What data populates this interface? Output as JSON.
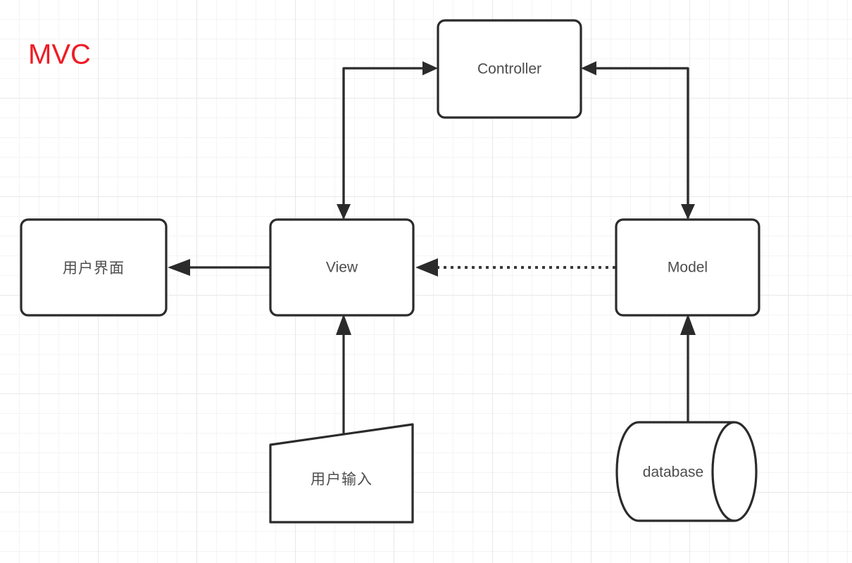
{
  "diagram": {
    "title": "MVC",
    "title_color": "#ee1c25",
    "background": "#ffffff",
    "grid_minor_color": "#f4f4f4",
    "grid_major_color": "#e8e8e8",
    "stroke_color": "#2b2b2b",
    "text_color": "#4d4d4d",
    "nodes": [
      {
        "id": "controller",
        "label": "Controller",
        "shape": "rounded-rect"
      },
      {
        "id": "view",
        "label": "View",
        "shape": "rounded-rect"
      },
      {
        "id": "model",
        "label": "Model",
        "shape": "rounded-rect"
      },
      {
        "id": "user-interface",
        "label": "用户界面",
        "shape": "rounded-rect"
      },
      {
        "id": "user-input",
        "label": "用户输入",
        "shape": "manual-input-trapezoid"
      },
      {
        "id": "database",
        "label": "database",
        "shape": "cylinder"
      }
    ],
    "edges": [
      {
        "id": "view-to-controller",
        "from": "view",
        "to": "controller",
        "style": "solid",
        "routing": "elbow"
      },
      {
        "id": "controller-to-view",
        "from": "controller",
        "to": "view",
        "style": "solid",
        "routing": "elbow"
      },
      {
        "id": "model-to-controller",
        "from": "model",
        "to": "controller",
        "style": "solid",
        "routing": "elbow"
      },
      {
        "id": "controller-to-model",
        "from": "controller",
        "to": "model",
        "style": "solid",
        "routing": "elbow"
      },
      {
        "id": "model-to-view",
        "from": "model",
        "to": "view",
        "style": "dotted",
        "routing": "straight"
      },
      {
        "id": "view-to-user-interface",
        "from": "view",
        "to": "user-interface",
        "style": "solid",
        "routing": "straight"
      },
      {
        "id": "user-input-to-view",
        "from": "user-input",
        "to": "view",
        "style": "solid",
        "routing": "straight"
      },
      {
        "id": "database-to-model",
        "from": "database",
        "to": "model",
        "style": "solid",
        "routing": "straight"
      }
    ]
  }
}
